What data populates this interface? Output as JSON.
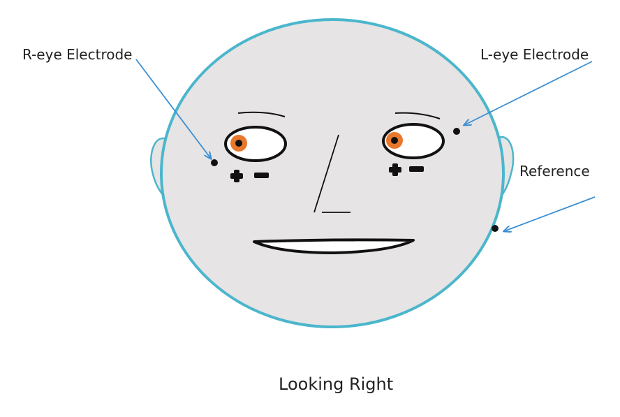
{
  "labels": {
    "r_eye": "R-eye Electrode",
    "l_eye": "L-eye Electrode",
    "reference": "Reference",
    "caption": "Looking Right"
  },
  "colors": {
    "face_outline": "#4bb6cc",
    "face_fill": "#e6e4e4",
    "arrow": "#3a8fd4",
    "iris": "#e8782c",
    "ink": "#111111"
  }
}
